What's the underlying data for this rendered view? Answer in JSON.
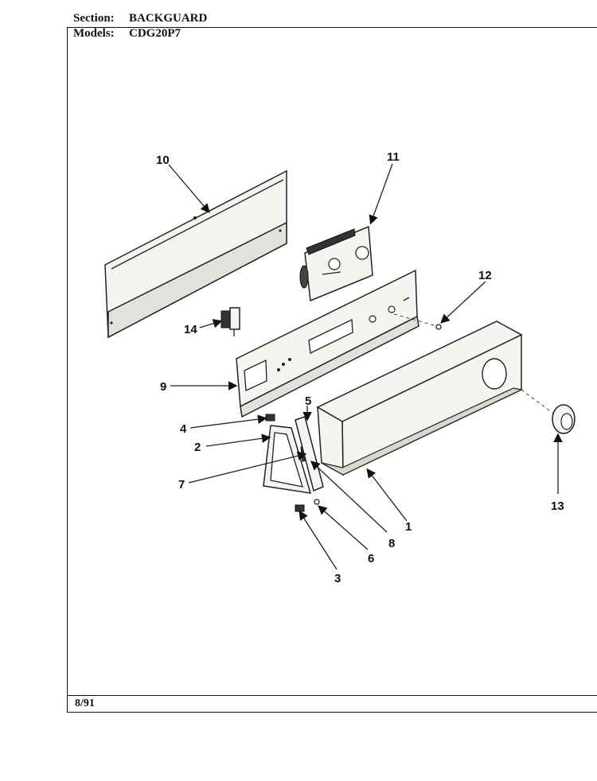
{
  "header": {
    "section_label": "Section:",
    "section_value": "BACKGUARD",
    "models_label": "Models:",
    "models_value": "CDG20P7"
  },
  "footer": {
    "date": "8/91"
  },
  "callouts": {
    "c1": "1",
    "c2": "2",
    "c3": "3",
    "c4": "4",
    "c5": "5",
    "c6": "6",
    "c7": "7",
    "c8": "8",
    "c9": "9",
    "c10": "10",
    "c11": "11",
    "c12": "12",
    "c13": "13",
    "c14": "14"
  }
}
